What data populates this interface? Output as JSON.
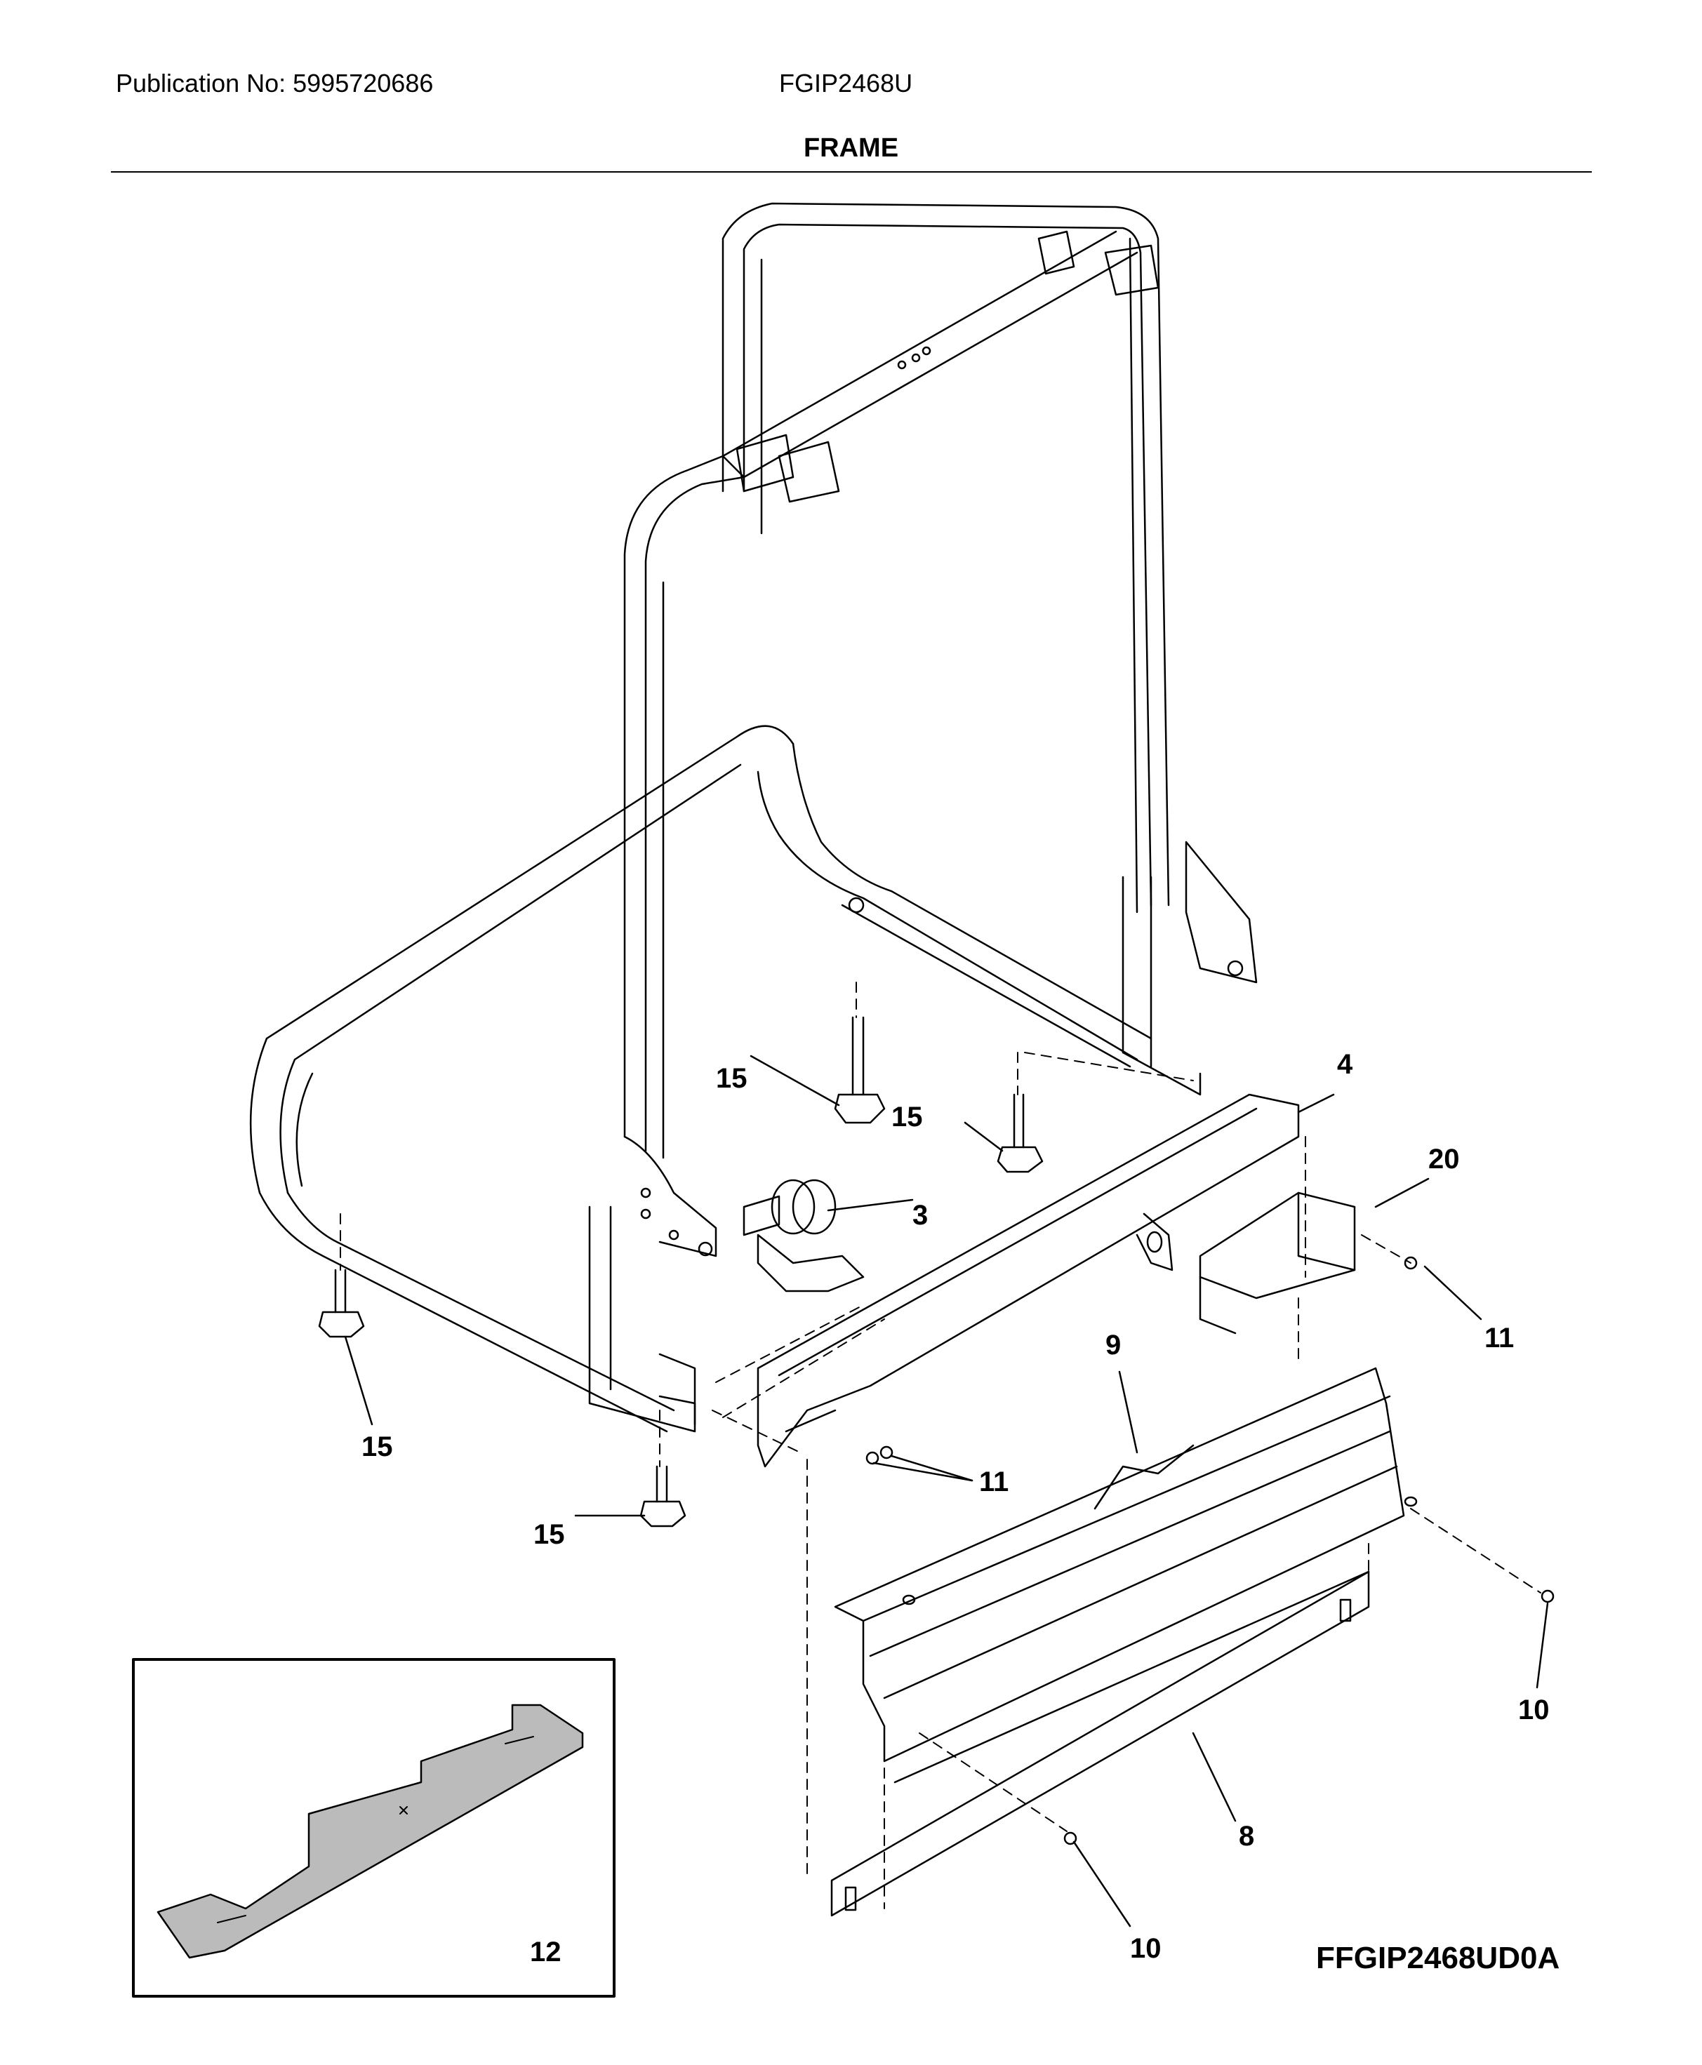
{
  "header": {
    "publication": "Publication No: 5995720686",
    "model": "FGIP2468U",
    "section_title": "FRAME"
  },
  "callouts": {
    "c3": "3",
    "c4": "4",
    "c8": "8",
    "c9": "9",
    "c10a": "10",
    "c10b": "10",
    "c11a": "11",
    "c11b": "11",
    "c12": "12",
    "c15a": "15",
    "c15b": "15",
    "c15c": "15",
    "c15d": "15",
    "c20": "20"
  },
  "footer": {
    "diagram_code": "FFGIP2468UD0A"
  }
}
